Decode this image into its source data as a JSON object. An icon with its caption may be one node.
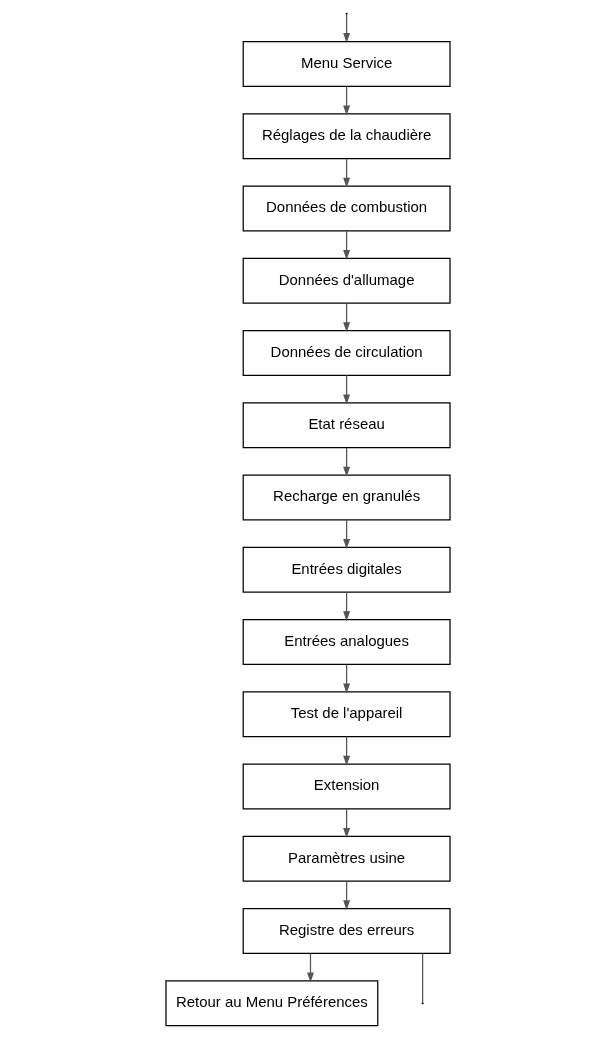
{
  "diagram": {
    "nodes": [
      {
        "text": [
          "Menu Service"
        ]
      },
      {
        "text": [
          "Réglages de la chaudière"
        ]
      },
      {
        "text": [
          "Données de combustion"
        ]
      },
      {
        "text": [
          "Données d'allumage"
        ]
      },
      {
        "text": [
          "Données de circulation"
        ]
      },
      {
        "text": [
          "Etat réseau"
        ]
      },
      {
        "text": [
          "Recharge en granulés"
        ]
      },
      {
        "text": [
          "Entrées digitales"
        ]
      },
      {
        "text": [
          "Entrées analogues"
        ]
      },
      {
        "text": [
          "Test de l'appareil"
        ]
      },
      {
        "text": [
          "Extension"
        ]
      },
      {
        "text": [
          "Paramètres usine"
        ]
      },
      {
        "text": [
          "Registre des erreurs"
        ]
      },
      {
        "text": [
          "Retour au Menu Préférences"
        ]
      }
    ],
    "edges": [
      {
        "from": 0,
        "to": 1,
        "arrow": "to"
      },
      {
        "from": 1,
        "to": 2,
        "arrow": "to"
      },
      {
        "from": 2,
        "to": 3,
        "arrow": "to"
      },
      {
        "from": 3,
        "to": 4,
        "arrow": "to"
      },
      {
        "from": 4,
        "to": 5,
        "arrow": "to"
      },
      {
        "from": 5,
        "to": 6,
        "arrow": "to"
      },
      {
        "from": 6,
        "to": 7,
        "arrow": "to"
      },
      {
        "from": 7,
        "to": 8,
        "arrow": "to"
      },
      {
        "from": 8,
        "to": 9,
        "arrow": "to"
      },
      {
        "from": 9,
        "to": 10,
        "arrow": "to"
      },
      {
        "from": 10,
        "to": 11,
        "arrow": "to"
      },
      {
        "from": 11,
        "to": 12,
        "arrow": "to"
      },
      {
        "from": 12,
        "to": 13,
        "arrow": "to"
      },
      {
        "from": 12,
        "to": null,
        "arrow": "none"
      },
      {
        "from": null,
        "to": 0,
        "arrow": "to"
      }
    ]
  }
}
